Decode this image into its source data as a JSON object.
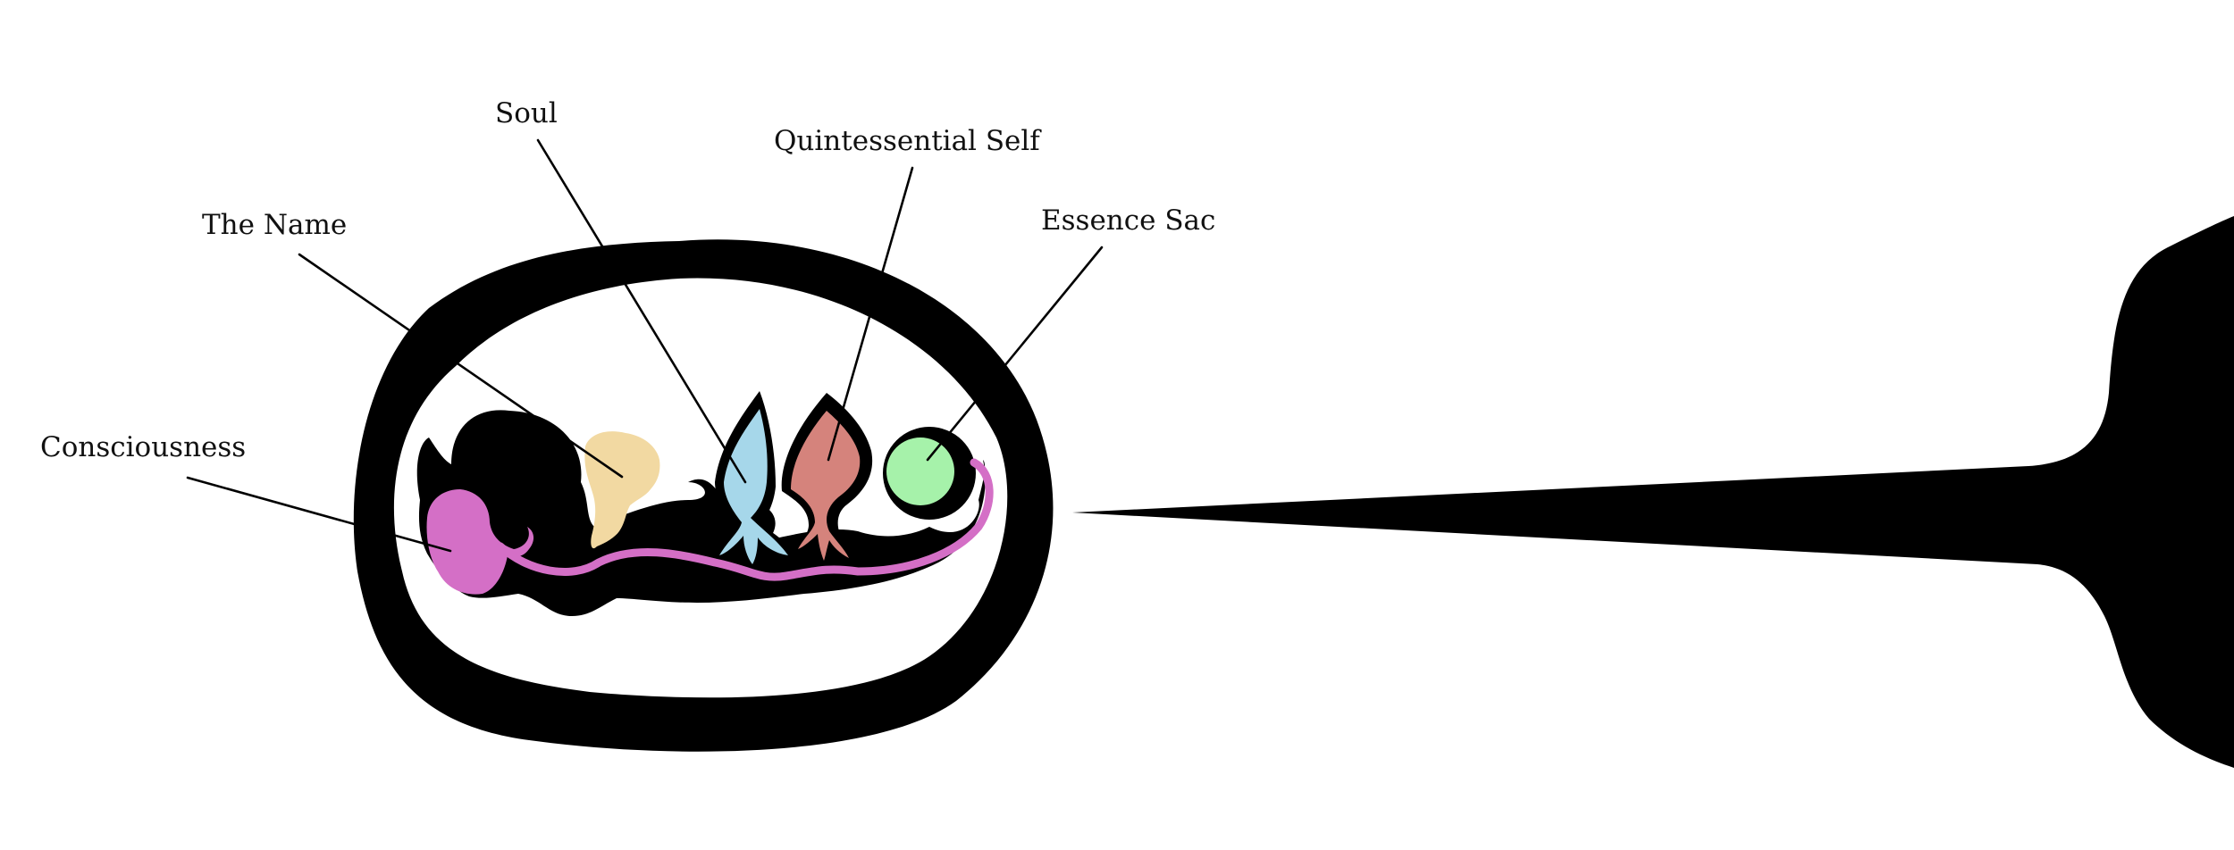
{
  "labels": {
    "consciousness": "Consciousness",
    "the_name": "The Name",
    "soul": "Soul",
    "quintessential_self": "Quintessential Self",
    "essence_sac": "Essence Sac"
  },
  "colors": {
    "background": "#ffffff",
    "outline": "#000000",
    "consciousness": "#d46fc6",
    "the_name": "#f2d9a2",
    "soul": "#a6d7ea",
    "quintessential_self": "#d5837c",
    "essence_sac": "#a6f2aa",
    "connecting_vein": "#d46fc6"
  }
}
